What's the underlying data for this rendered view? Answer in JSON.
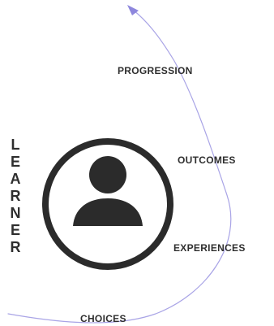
{
  "side_label": {
    "letters": [
      "L",
      "E",
      "A",
      "R",
      "N",
      "E",
      "R"
    ]
  },
  "stages": {
    "progression": "PROGRESSION",
    "outcomes": "OUTCOMES",
    "experiences": "EXPERIENCES",
    "choices": "CHOICES"
  },
  "icons": {
    "center": "person-icon",
    "path_end": "arrow-head-icon"
  },
  "colors": {
    "path": "#a9a4e6",
    "arrow": "#8e87dd",
    "icon": "#2b2b2b",
    "text": "#2e2e2e"
  }
}
